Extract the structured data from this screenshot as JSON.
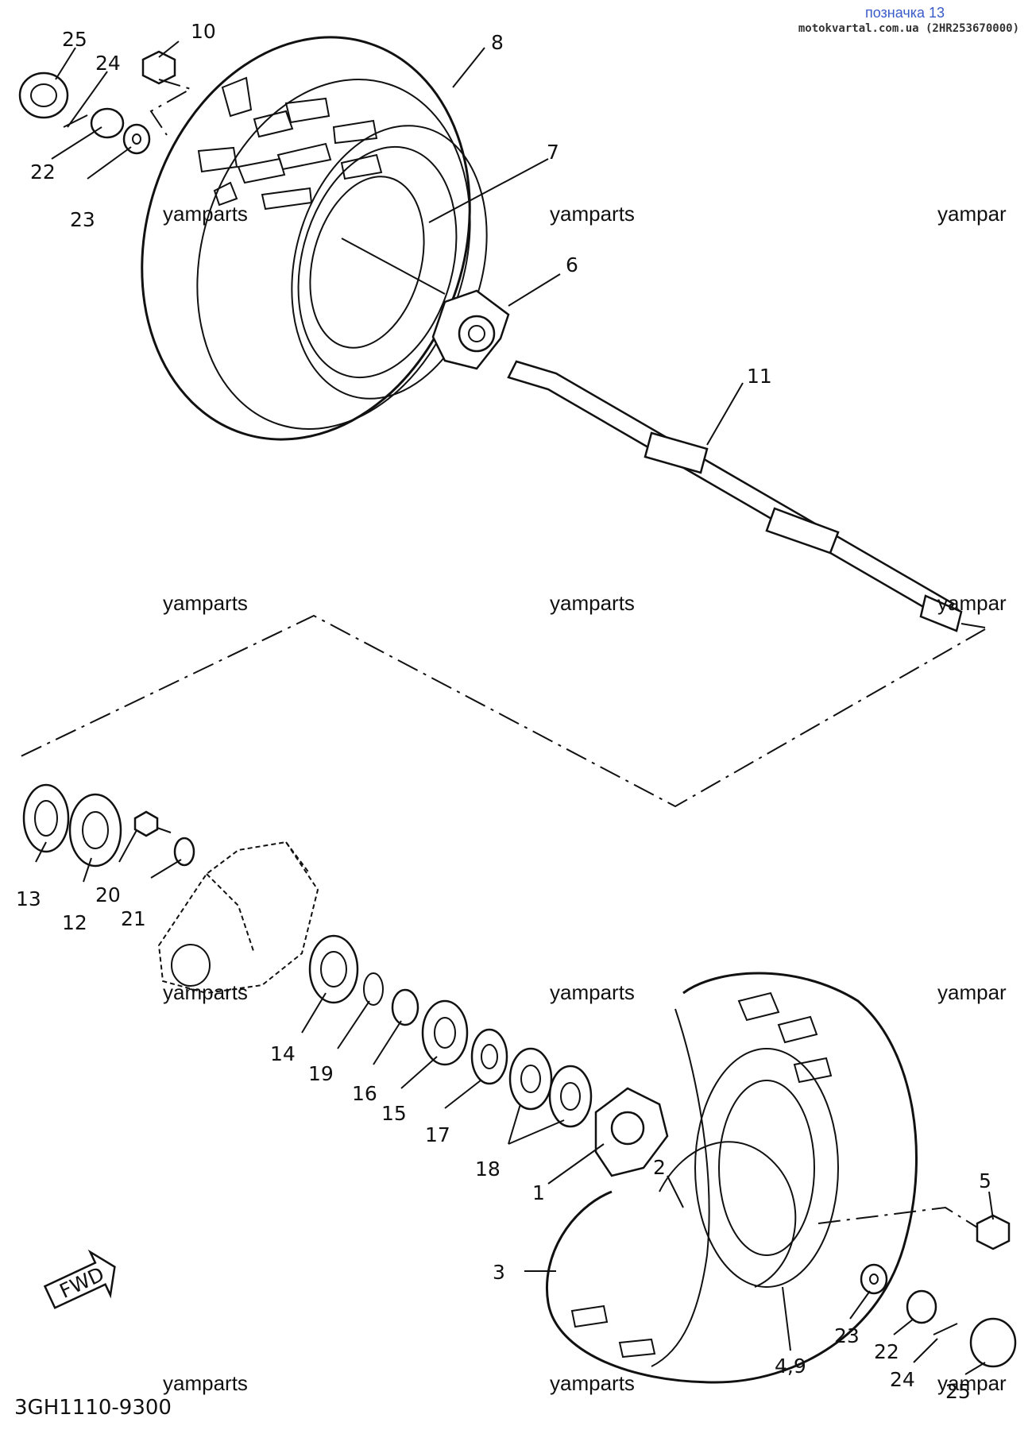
{
  "header": {
    "title": "позначка 13",
    "source": "motokvartal.com.ua (2HR253670000)"
  },
  "diagram": {
    "code": "3GH1110-9300",
    "fwd_label": "FWD",
    "watermark": "yamparts",
    "watermark_cut": "yampar",
    "callouts": {
      "c1": "1",
      "c2": "2",
      "c3": "3",
      "c49": "4,9",
      "c5": "5",
      "c6": "6",
      "c7": "7",
      "c8": "8",
      "c10": "10",
      "c11": "11",
      "c12": "12",
      "c13": "13",
      "c14": "14",
      "c15": "15",
      "c16": "16",
      "c17": "17",
      "c18": "18",
      "c19": "19",
      "c20": "20",
      "c21": "21",
      "c22a": "22",
      "c22b": "22",
      "c23a": "23",
      "c23b": "23",
      "c24a": "24",
      "c24b": "24",
      "c25a": "25",
      "c25b": "25"
    }
  }
}
